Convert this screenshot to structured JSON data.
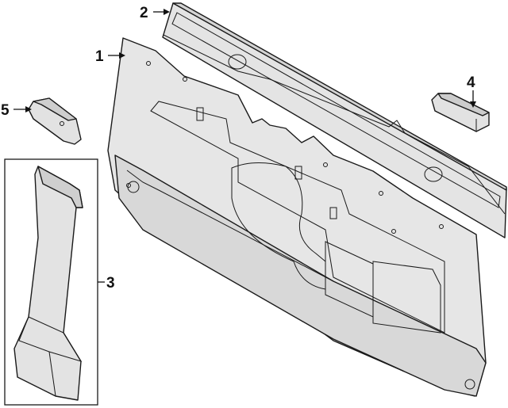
{
  "callouts": {
    "c1": "1",
    "c2": "2",
    "c3": "3",
    "c4": "4",
    "c5": "5"
  },
  "colors": {
    "part_fill": "#e6e6e6",
    "part_shadow": "#cfcfcf",
    "outline": "#1a1a1a",
    "background": "#ffffff"
  }
}
